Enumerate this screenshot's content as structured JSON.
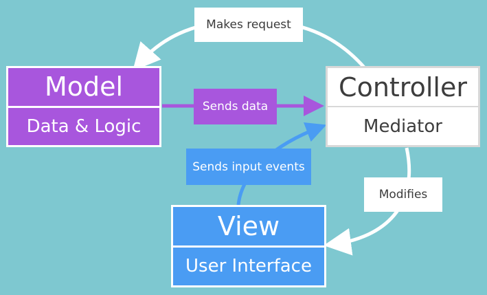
{
  "colors": {
    "background": "#7ec8d0",
    "model": "#a856dd",
    "view": "#4a9cf3",
    "controller": "#ffffff",
    "arrow_white": "#ffffff"
  },
  "nodes": {
    "model": {
      "title": "Model",
      "subtitle": "Data & Logic"
    },
    "controller": {
      "title": "Controller",
      "subtitle": "Mediator"
    },
    "view": {
      "title": "View",
      "subtitle": "User Interface"
    }
  },
  "edges": {
    "request": {
      "label": "Makes request",
      "from": "Controller",
      "to": "Model"
    },
    "data": {
      "label": "Sends data",
      "from": "Model",
      "to": "Controller"
    },
    "input": {
      "label": "Sends input events",
      "from": "View",
      "to": "Controller"
    },
    "modifies": {
      "label": "Modifies",
      "from": "Controller",
      "to": "View"
    }
  }
}
